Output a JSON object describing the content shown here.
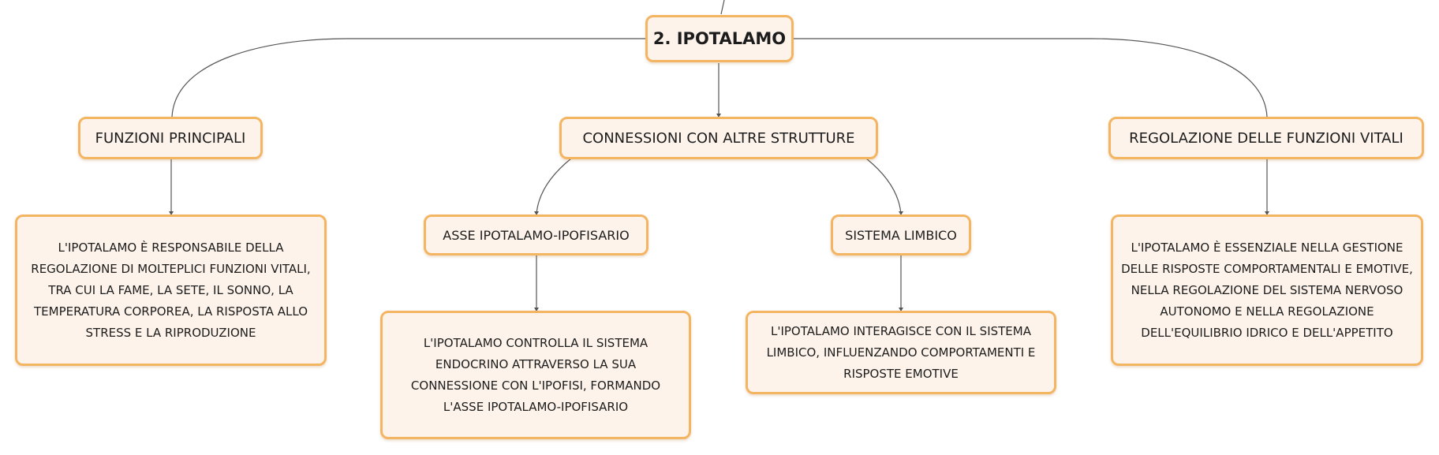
{
  "diagram": {
    "root": {
      "label": "2. IPOTALAMO"
    },
    "branches": [
      {
        "label": "FUNZIONI PRINCIPALI",
        "children": [
          {
            "text": "L'IPOTALAMO È RESPONSABILE DELLA REGOLAZIONE DI MOLTEPLICI FUNZIONI VITALI, TRA CUI LA FAME, LA SETE, IL SONNO, LA TEMPERATURA CORPOREA, LA RISPOSTA ALLO STRESS E LA RIPRODUZIONE"
          }
        ]
      },
      {
        "label": "CONNESSIONI CON ALTRE STRUTTURE",
        "children": [
          {
            "label": "ASSE IPOTALAMO-IPOFISARIO",
            "detail": "L'IPOTALAMO CONTROLLA IL SISTEMA ENDOCRINO ATTRAVERSO LA SUA CONNESSIONE CON L'IPOFISI, FORMANDO L'ASSE IPOTALAMO-IPOFISARIO"
          },
          {
            "label": "SISTEMA LIMBICO",
            "detail": "L'IPOTALAMO INTERAGISCE CON IL SISTEMA LIMBICO, INFLUENZANDO COMPORTAMENTI E RISPOSTE EMOTIVE"
          }
        ]
      },
      {
        "label": "REGOLAZIONE DELLE FUNZIONI VITALI",
        "children": [
          {
            "text": "L'IPOTALAMO È ESSENZIALE NELLA GESTIONE DELLE RISPOSTE COMPORTAMENTALI E EMOTIVE, NELLA REGOLAZIONE DEL SISTEMA NERVOSO AUTONOMO E NELLA REGOLAZIONE DELL'EQUILIBRIO IDRICO E DELL'APPETITO"
          }
        ]
      }
    ]
  },
  "colors": {
    "node_fill": "#fdf3ea",
    "node_border": "#f4b562",
    "connector": "#555555",
    "text": "#1c1c1c"
  }
}
